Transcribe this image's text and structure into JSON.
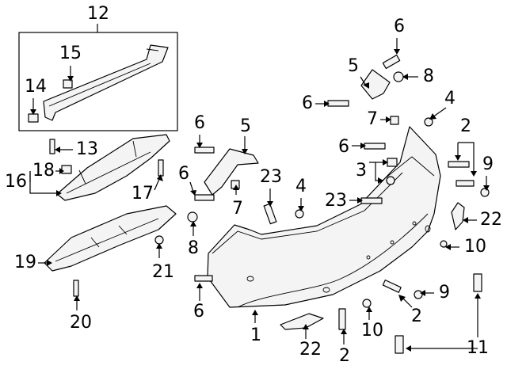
{
  "diagram": {
    "callouts": [
      {
        "id": "c12",
        "text": "12"
      },
      {
        "id": "c15",
        "text": "15"
      },
      {
        "id": "c14",
        "text": "14"
      },
      {
        "id": "c13",
        "text": "13"
      },
      {
        "id": "c18",
        "text": "18"
      },
      {
        "id": "c16",
        "text": "16"
      },
      {
        "id": "c17",
        "text": "17"
      },
      {
        "id": "c19",
        "text": "19"
      },
      {
        "id": "c21",
        "text": "21"
      },
      {
        "id": "c20",
        "text": "20"
      },
      {
        "id": "c6a",
        "text": "6"
      },
      {
        "id": "c5a",
        "text": "5"
      },
      {
        "id": "c6b",
        "text": "6"
      },
      {
        "id": "c23a",
        "text": "23"
      },
      {
        "id": "c7a",
        "text": "7"
      },
      {
        "id": "c8a",
        "text": "8"
      },
      {
        "id": "c4a",
        "text": "4"
      },
      {
        "id": "c6c",
        "text": "6"
      },
      {
        "id": "c1",
        "text": "1"
      },
      {
        "id": "c22a",
        "text": "22"
      },
      {
        "id": "c2a",
        "text": "2"
      },
      {
        "id": "c10a",
        "text": "10"
      },
      {
        "id": "c6d",
        "text": "6"
      },
      {
        "id": "c5b",
        "text": "5"
      },
      {
        "id": "c8b",
        "text": "8"
      },
      {
        "id": "c6e",
        "text": "6"
      },
      {
        "id": "c7b",
        "text": "7"
      },
      {
        "id": "c4b",
        "text": "4"
      },
      {
        "id": "c6f",
        "text": "6"
      },
      {
        "id": "c3",
        "text": "3"
      },
      {
        "id": "c23b",
        "text": "23"
      },
      {
        "id": "c2b",
        "text": "2"
      },
      {
        "id": "c9a",
        "text": "9"
      },
      {
        "id": "c22b",
        "text": "22"
      },
      {
        "id": "c10b",
        "text": "10"
      },
      {
        "id": "c9b",
        "text": "9"
      },
      {
        "id": "c2c",
        "text": "2"
      },
      {
        "id": "c11",
        "text": "11"
      }
    ]
  }
}
